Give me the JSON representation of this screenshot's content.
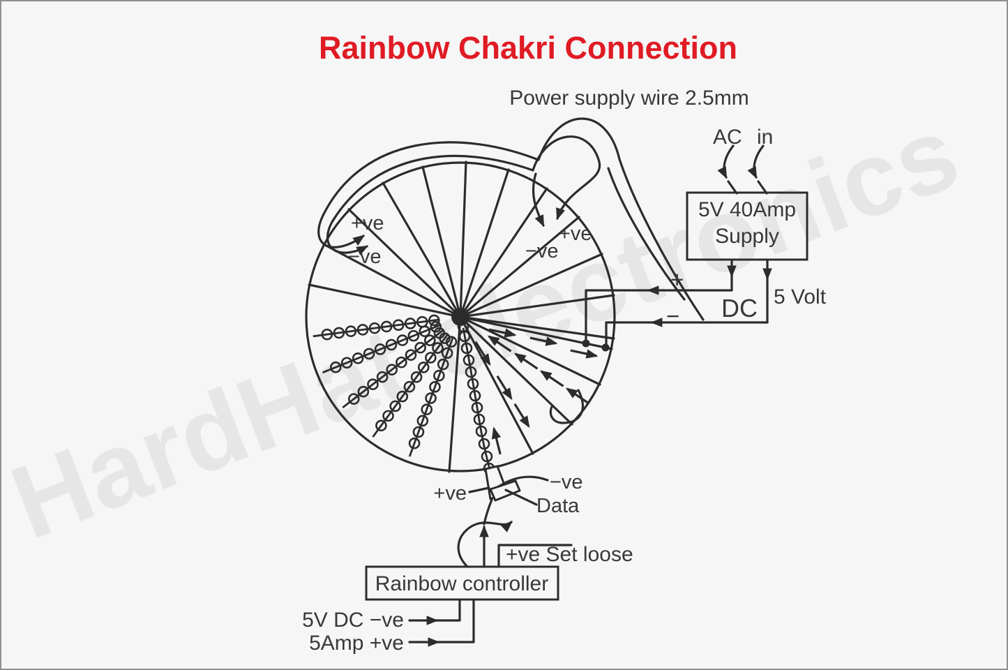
{
  "colors": {
    "title_red": "#e01b24",
    "line": "#2d2b2c",
    "watermark": "#e7e6e6",
    "background": "#f6f6f6",
    "border": "#8d9091"
  },
  "watermark": "HardHat electronics",
  "header": {
    "title": "Rainbow Chakri Connection",
    "power_wire_note": "Power supply wire 2.5mm"
  },
  "supply": {
    "ac_word": "AC",
    "in_word": "in",
    "box_line1": "5V 40Amp",
    "box_line2": "Supply"
  },
  "dc_output": {
    "plus": "+",
    "minus": "−",
    "dc": "DC",
    "volts": "5 Volt"
  },
  "wheel": {
    "left_tap_pos": "+ve",
    "left_tap_neg": "−ve",
    "right_tap_pos": "+ve",
    "right_tap_neg": "−ve"
  },
  "connector": {
    "pos": "+ve",
    "neg": "−ve",
    "data": "Data"
  },
  "controller": {
    "name": "Rainbow controller",
    "set_loose": "+ve Set loose",
    "input_neg": "5V DC −ve",
    "input_pos": "5Amp +ve"
  }
}
